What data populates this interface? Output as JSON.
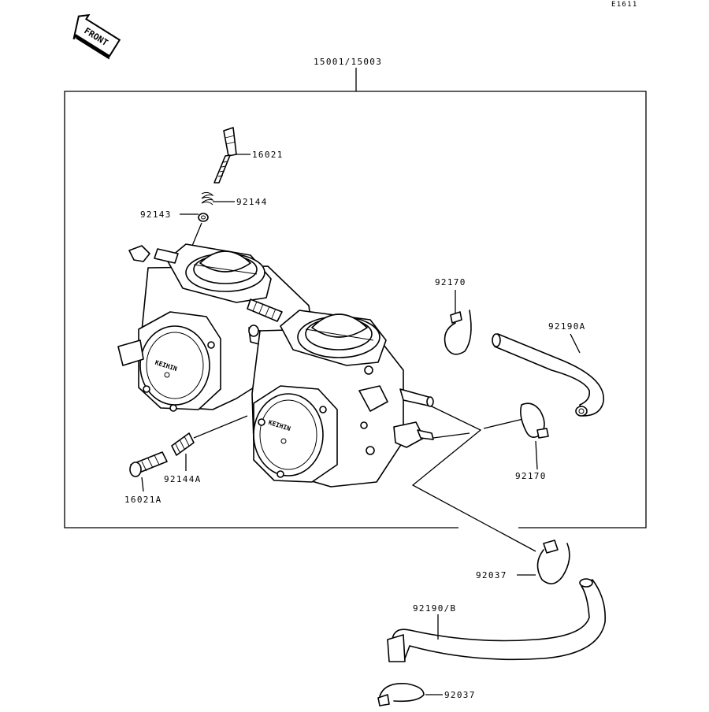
{
  "diagram": {
    "code": "E1611",
    "front_label": "FRONT",
    "assembly_label": "15001/15003",
    "labels": {
      "p16021": "16021",
      "p92144": "92144",
      "p92143": "92143",
      "p92170_top": "92170",
      "p92190A": "92190A",
      "p92170_mid": "92170",
      "p92144A": "92144A",
      "p16021A": "16021A",
      "p92037_mid": "92037",
      "p92190B": "92190/B",
      "p92037_bot": "92037"
    },
    "carb_brand": "KEIHIN"
  }
}
